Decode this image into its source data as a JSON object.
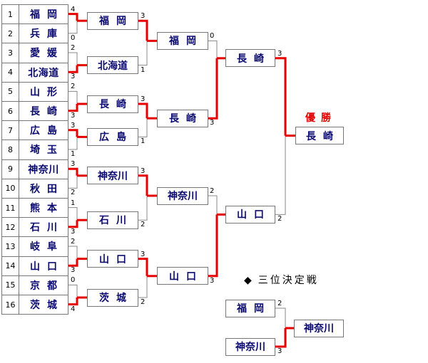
{
  "seeds": [
    {
      "no": "1",
      "team": "福岡"
    },
    {
      "no": "2",
      "team": "兵庫"
    },
    {
      "no": "3",
      "team": "愛媛"
    },
    {
      "no": "4",
      "team": "北海道"
    },
    {
      "no": "5",
      "team": "山形"
    },
    {
      "no": "6",
      "team": "長崎"
    },
    {
      "no": "7",
      "team": "広島"
    },
    {
      "no": "8",
      "team": "埼玉"
    },
    {
      "no": "9",
      "team": "神奈川"
    },
    {
      "no": "10",
      "team": "秋田"
    },
    {
      "no": "11",
      "team": "熊本"
    },
    {
      "no": "12",
      "team": "石川"
    },
    {
      "no": "13",
      "team": "岐阜"
    },
    {
      "no": "14",
      "team": "山口"
    },
    {
      "no": "15",
      "team": "京都"
    },
    {
      "no": "16",
      "team": "茨城"
    }
  ],
  "round1": {
    "winners": [
      "福岡",
      "北海道",
      "長崎",
      "広島",
      "神奈川",
      "石川",
      "山口",
      "茨城"
    ],
    "scores": [
      [
        "4",
        "0"
      ],
      [
        "2",
        "3"
      ],
      [
        "2",
        "3"
      ],
      [
        "3",
        "1"
      ],
      [
        "3",
        "2"
      ],
      [
        "1",
        "3"
      ],
      [
        "2",
        "3"
      ],
      [
        "0",
        "4"
      ]
    ]
  },
  "round2": {
    "winners": [
      "福岡",
      "長崎",
      "神奈川",
      "山口"
    ],
    "scores": [
      [
        "3",
        "1"
      ],
      [
        "3",
        "1"
      ],
      [
        "3",
        "2"
      ],
      [
        "3",
        "2"
      ]
    ]
  },
  "semifinal": {
    "winners": [
      "長崎",
      "山口"
    ],
    "scores": [
      [
        "0",
        "3"
      ],
      [
        "2",
        "3"
      ]
    ]
  },
  "final": {
    "scores": [
      "3",
      "2"
    ]
  },
  "champion": {
    "label": "優勝",
    "team": "長崎"
  },
  "third_place": {
    "title": "三位決定戦",
    "team_a": "福岡",
    "team_b": "神奈川",
    "scores": [
      "2",
      "3"
    ],
    "winner": "神奈川"
  },
  "colors": {
    "win_line": "#e60000",
    "line": "#888888",
    "team_text": "#0a0a70"
  }
}
